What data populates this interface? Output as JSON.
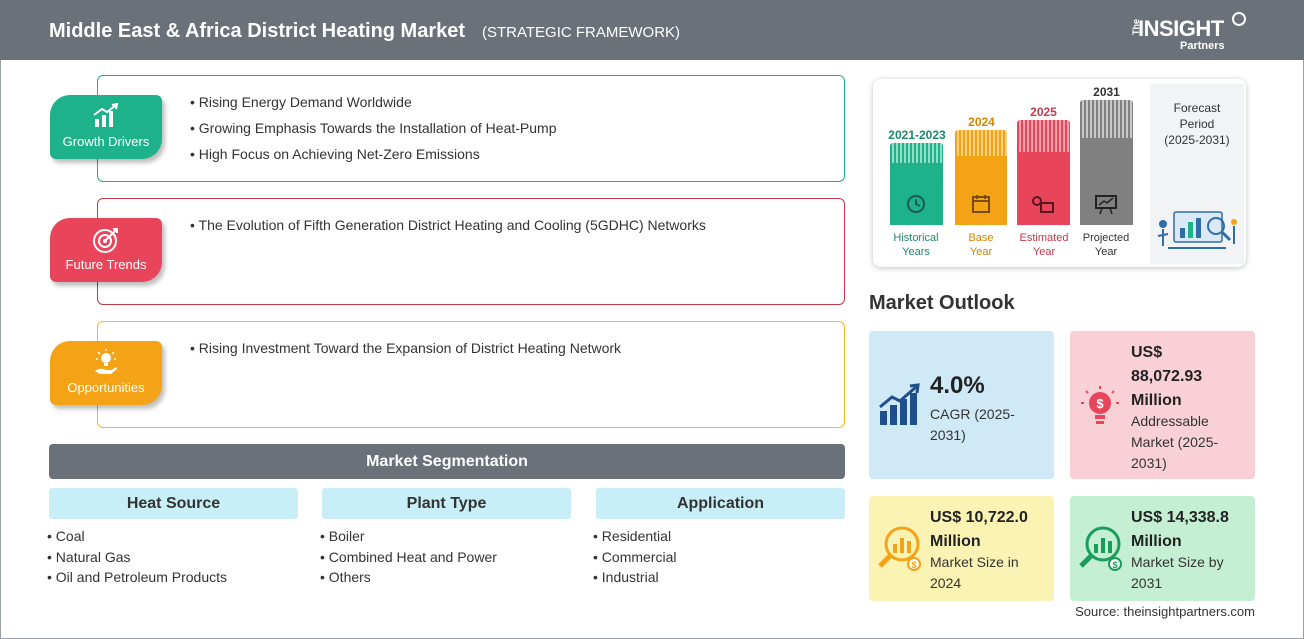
{
  "header": {
    "title": "Middle East & Africa District Heating Market",
    "subtitle": "(STRATEGIC FRAMEWORK)",
    "logo": {
      "the": "The",
      "insight": "INSIGHT",
      "partners": "Partners"
    }
  },
  "growth_drivers": {
    "label": "Growth Drivers",
    "color": "#1db28a",
    "items": [
      "Rising Energy Demand Worldwide",
      "Growing Emphasis Towards the Installation of Heat-Pump",
      "High Focus on Achieving Net-Zero Emissions"
    ]
  },
  "future_trends": {
    "label": "Future Trends",
    "color": "#e8455b",
    "items": [
      "The Evolution of Fifth Generation District Heating and Cooling (5GDHC) Networks"
    ]
  },
  "opportunities": {
    "label": "Opportunities",
    "color": "#f5a316",
    "items": [
      "Rising Investment Toward the Expansion of District Heating Network"
    ]
  },
  "segmentation": {
    "title": "Market Segmentation",
    "columns": [
      {
        "heading": "Heat Source",
        "items": [
          "Coal",
          "Natural Gas",
          "Oil and Petroleum Products"
        ]
      },
      {
        "heading": "Plant Type",
        "items": [
          "Boiler",
          "Combined Heat and Power",
          "Others"
        ]
      },
      {
        "heading": "Application",
        "items": [
          "Residential",
          "Commercial",
          "Industrial"
        ]
      }
    ]
  },
  "timeline": {
    "bars": [
      {
        "year": "2021-2023",
        "label_line1": "Historical",
        "label_line2": "Years",
        "color": "#1db28a"
      },
      {
        "year": "2024",
        "label_line1": "Base",
        "label_line2": "Year",
        "color": "#f5a316"
      },
      {
        "year": "2025",
        "label_line1": "Estimated",
        "label_line2": "Year",
        "color": "#e8455b"
      },
      {
        "year": "2031",
        "label_line1": "Projected",
        "label_line2": "Year",
        "color": "#808080"
      }
    ],
    "forecast": {
      "line1": "Forecast",
      "line2": "Period",
      "line3": "(2025-2031)"
    }
  },
  "outlook": {
    "title": "Market Outlook",
    "cagr": {
      "value": "4.0%",
      "line1": "CAGR (2025-",
      "line2": "2031)"
    },
    "addressable": {
      "v1": "US$",
      "v2": "88,072.93",
      "v3": "Million",
      "l1": "Addressable",
      "l2": "Market (2025-",
      "l3": "2031)"
    },
    "size2024": {
      "v1": "US$ 10,722.0",
      "v2": "Million",
      "l1": "Market Size in",
      "l2": "2024"
    },
    "size2031": {
      "v1": "US$ 14,338.8",
      "v2": "Million",
      "l1": "Market Size by",
      "l2": "2031"
    }
  },
  "source": "Source: theinsightpartners.com"
}
